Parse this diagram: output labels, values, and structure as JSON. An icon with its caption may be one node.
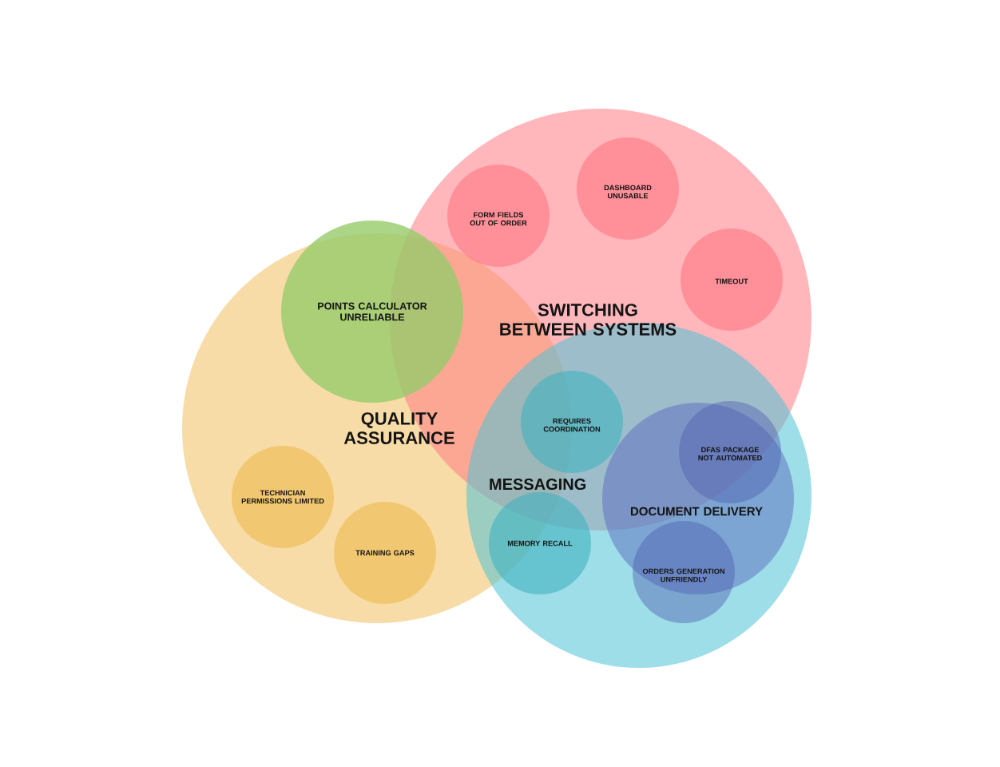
{
  "diagram": {
    "nodes": [
      {
        "text": [
          "SWITCHING BETWEEN SYSTEMS"
        ]
      },
      {
        "text": [
          "DASHBOARD UNUSABLE"
        ],
        "in": 0
      },
      {
        "text": [
          "FORM FIELDS OUT OF ORDER"
        ],
        "in": 0
      },
      {
        "text": [
          "TIMEOUT"
        ],
        "in": 0
      },
      {
        "text": [
          "QUALITY ASSURANCE"
        ]
      },
      {
        "text": [
          "POINTS CALCULATOR UNRELIABLE"
        ]
      },
      {
        "text": [
          "REQUIRES COORDINATION"
        ]
      },
      {
        "text": [
          "MESSAGING"
        ]
      },
      {
        "text": [
          "DFAS PACKAGE NOT AUTOMATED"
        ]
      },
      {
        "text": [
          "DOCUMENT DELIVERY"
        ],
        "in": 7
      },
      {
        "text": [
          "TECHNICIAN PERMISSIONS LIMITED"
        ],
        "in": 4
      },
      {
        "text": [
          "MEMORY RECALL"
        ],
        "in": 7
      },
      {
        "text": [
          "TRAINING GAPS"
        ],
        "in": 4
      },
      {
        "text": [
          "ORDERS GENERATION UNFRIENDLY"
        ],
        "in": 7
      }
    ],
    "edges": []
  }
}
